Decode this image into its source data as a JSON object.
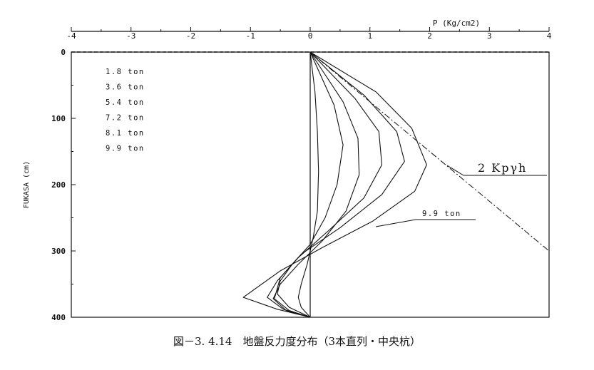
{
  "caption": "図－3. 4.14　地盤反力度分布（3本直列・中央杭）",
  "chart_data": {
    "type": "line",
    "xlabel": "P  (Kg/cm2)",
    "ylabel": "FUKASA (cm)",
    "xlim": [
      -4,
      4
    ],
    "ylim": [
      0,
      400
    ],
    "y_inverted": true,
    "x_ticks": [
      -4,
      -3,
      -2,
      -1,
      0,
      1,
      2,
      3,
      4
    ],
    "x_tick_labels": [
      "-4",
      "-3",
      "-2",
      "-1",
      "0",
      "1",
      "2",
      "3",
      "4"
    ],
    "y_ticks": [
      0,
      100,
      200,
      300,
      400
    ],
    "y_tick_labels": [
      "0",
      "100",
      "200",
      "300",
      "400"
    ],
    "legend_placement": "top-left",
    "grid": false,
    "series": [
      {
        "name": "1.8 ton",
        "x": [
          0,
          0.08,
          0.12,
          0.14,
          0.12,
          0.05,
          -0.05,
          -0.15,
          -0.2,
          -0.15,
          0
        ],
        "y": [
          0,
          60,
          120,
          180,
          240,
          280,
          320,
          350,
          370,
          385,
          400
        ]
      },
      {
        "name": "3.6 ton",
        "x": [
          0,
          0.4,
          0.55,
          0.45,
          0.25,
          0.0,
          -0.3,
          -0.5,
          -0.55,
          -0.35,
          0
        ],
        "y": [
          0,
          80,
          140,
          200,
          250,
          290,
          320,
          345,
          365,
          385,
          400
        ]
      },
      {
        "name": "5.4 ton",
        "x": [
          0,
          0.55,
          0.8,
          0.82,
          0.6,
          0.2,
          -0.2,
          -0.5,
          -0.62,
          -0.4,
          0
        ],
        "y": [
          0,
          75,
          130,
          185,
          240,
          285,
          320,
          350,
          372,
          390,
          400
        ]
      },
      {
        "name": "7.2 ton",
        "x": [
          0,
          0.75,
          1.15,
          1.2,
          0.9,
          0.3,
          -0.2,
          -0.55,
          -0.72,
          -0.45,
          0
        ],
        "y": [
          0,
          70,
          120,
          170,
          220,
          270,
          310,
          345,
          370,
          388,
          400
        ]
      },
      {
        "name": "8.1 ton",
        "x": [
          0,
          0.9,
          1.45,
          1.58,
          1.2,
          0.5,
          -0.15,
          -0.5,
          -0.6,
          -0.35,
          0
        ],
        "y": [
          0,
          65,
          120,
          165,
          215,
          265,
          305,
          340,
          372,
          390,
          400
        ]
      },
      {
        "name": "9.9 ton",
        "x": [
          0,
          1.1,
          1.7,
          1.95,
          1.75,
          1.05,
          0.2,
          -0.5,
          -1.12,
          -0.55,
          0
        ],
        "y": [
          0,
          60,
          115,
          170,
          210,
          255,
          295,
          330,
          370,
          388,
          400
        ]
      }
    ],
    "reference_line": {
      "label": "2 Kpγh",
      "x": [
        0,
        4
      ],
      "y": [
        0,
        300
      ]
    },
    "annotations": [
      {
        "text": "2 Kpγh"
      },
      {
        "text": "9.9 ton"
      }
    ]
  }
}
